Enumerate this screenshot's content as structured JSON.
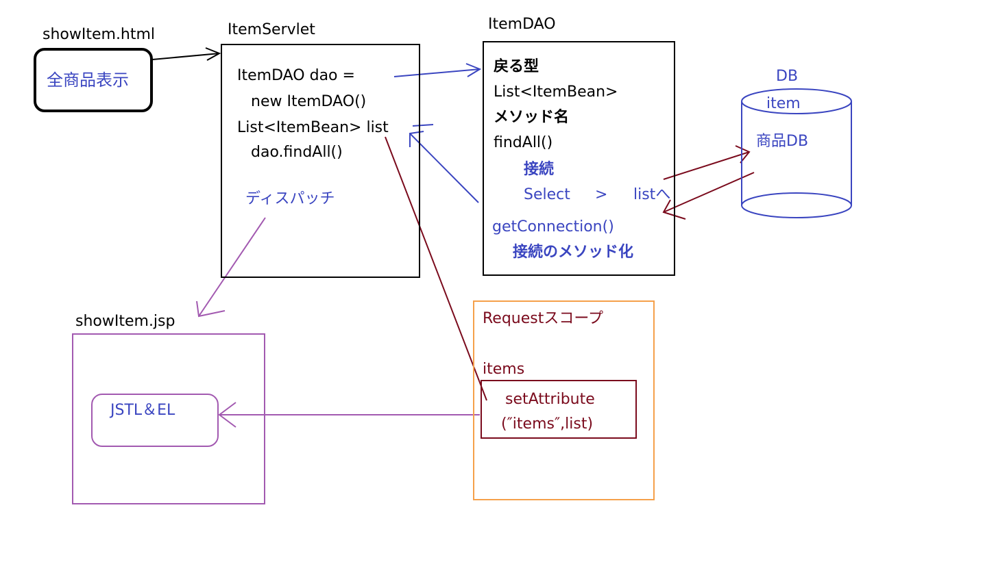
{
  "colors": {
    "black": "#000000",
    "blue": "#3a45c0",
    "maroon": "#7a0a1c",
    "purple": "#a259b0",
    "orange": "#f5a04a"
  },
  "html_box": {
    "title": "showItem.html",
    "button_label": "全商品表示"
  },
  "servlet": {
    "title": "ItemServlet",
    "lines": [
      "ItemDAO dao =",
      "new ItemDAO()",
      "List<ItemBean> list",
      "dao.findAll()"
    ],
    "dispatch_label": "ディスパッチ"
  },
  "dao": {
    "title": "ItemDAO",
    "lines_black": [
      "戻る型",
      "List<ItemBean>",
      "メソッド名",
      "findAll()"
    ],
    "lines_blue": [
      "接続",
      "Select",
      ">",
      "listへ",
      "getConnection()",
      "接続のメソッド化"
    ]
  },
  "db": {
    "title": "DB",
    "table": "item",
    "name": "商品DB"
  },
  "jsp": {
    "title": "showItem.jsp",
    "inner_label": "JSTL＆EL"
  },
  "request": {
    "title": "Requestスコープ",
    "attr_name": "items",
    "code_line1": "setAttribute",
    "code_line2": "(″items″,list)"
  }
}
